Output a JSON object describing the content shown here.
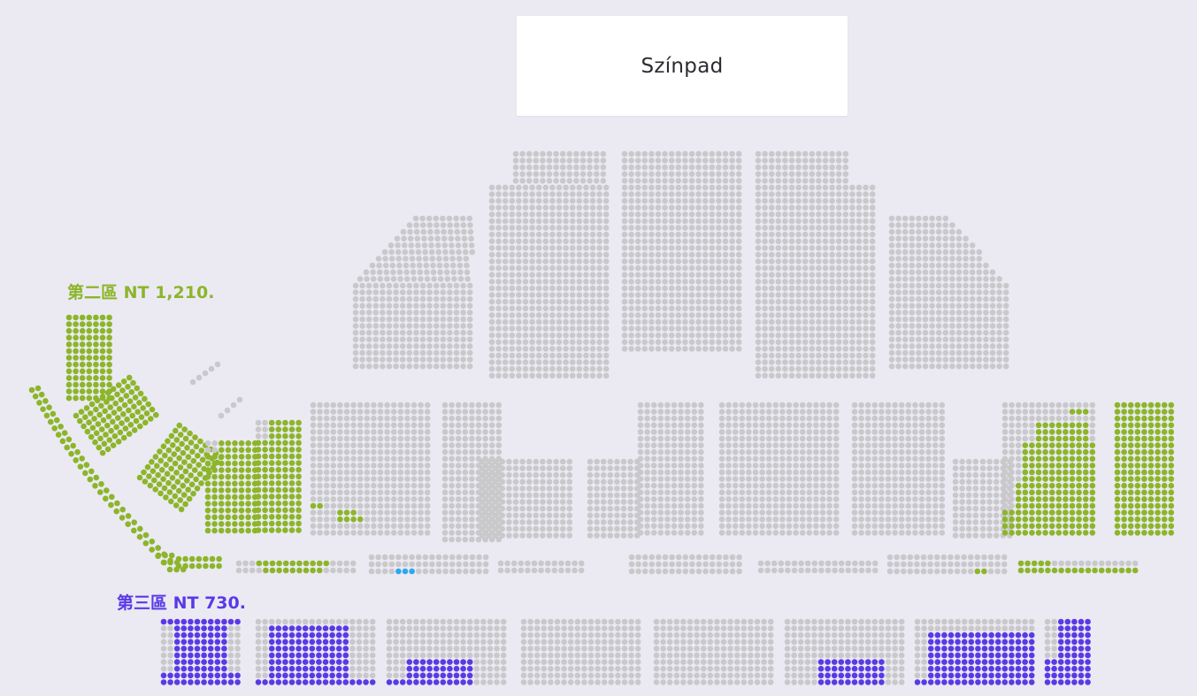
{
  "stage": {
    "label": "Színpad"
  },
  "zones": [
    {
      "id": "zone2",
      "label": "第二區 NT 1,210.",
      "color": "#8db52a"
    },
    {
      "id": "zone3",
      "label": "第三區 NT 730.",
      "color": "#5a3ae6"
    }
  ],
  "colors": {
    "background": "#ebeaf3",
    "seat_unavailable": "#c9c9cc",
    "seat_zone2": "#8db52a",
    "seat_zone3": "#5a3ae6",
    "seat_selected": "#2ea8f0"
  }
}
